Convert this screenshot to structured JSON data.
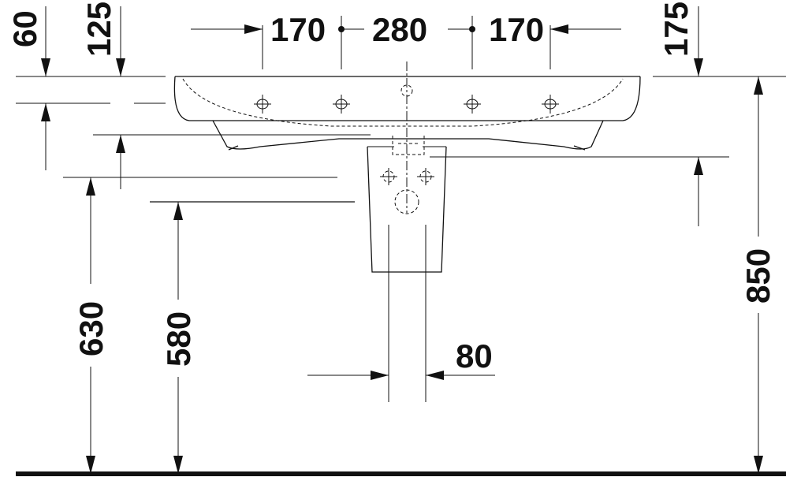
{
  "dimensions": {
    "tap_spacing_left": "170",
    "tap_spacing_center": "280",
    "tap_spacing_right": "170",
    "top_offset_60": "60",
    "top_offset_125": "125",
    "right_offset_175": "175",
    "height_850": "850",
    "height_630": "630",
    "height_580": "580",
    "pedestal_width_80": "80"
  },
  "colors": {
    "line": "#111111",
    "background": "#ffffff"
  }
}
